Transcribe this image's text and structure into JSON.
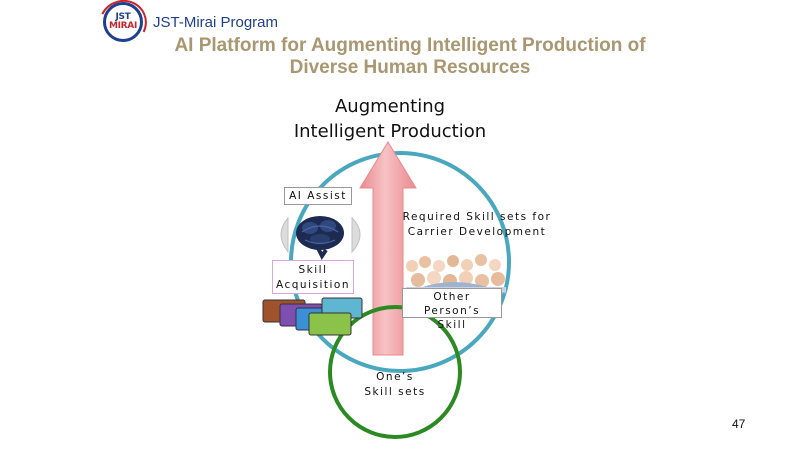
{
  "header": {
    "logo_line1": "JST",
    "logo_line2": "MIRAI",
    "program": "JST-Mirai Program"
  },
  "slide": {
    "title_line1": "AI Platform for Augmenting Intelligent Production of",
    "title_line2": "Diverse Human Resources",
    "goal_line1": "Augmenting",
    "goal_line2": "Intelligent Production",
    "ai_assist": "AI Assist",
    "required_line1": "Required Skill sets for",
    "required_line2": "Carrier Development",
    "skill_line1": "Skill",
    "skill_line2": "Acquisition",
    "other_line1": "Other Person’s",
    "other_line2": "Skill",
    "ones_line1": "One’s",
    "ones_line2": "Skill sets"
  },
  "page_number": "47",
  "colors": {
    "arrow": "#f2a3a6",
    "cycle": "#4aa8be",
    "ones_circle": "#2c8a23",
    "title": "#a89770",
    "brand_blue": "#1f3f8f",
    "brand_red": "#c8262b"
  },
  "icons": [
    "brain-icon",
    "people-crowd-icon",
    "file-folders-icon",
    "left-brace-icon",
    "right-brace-icon"
  ]
}
